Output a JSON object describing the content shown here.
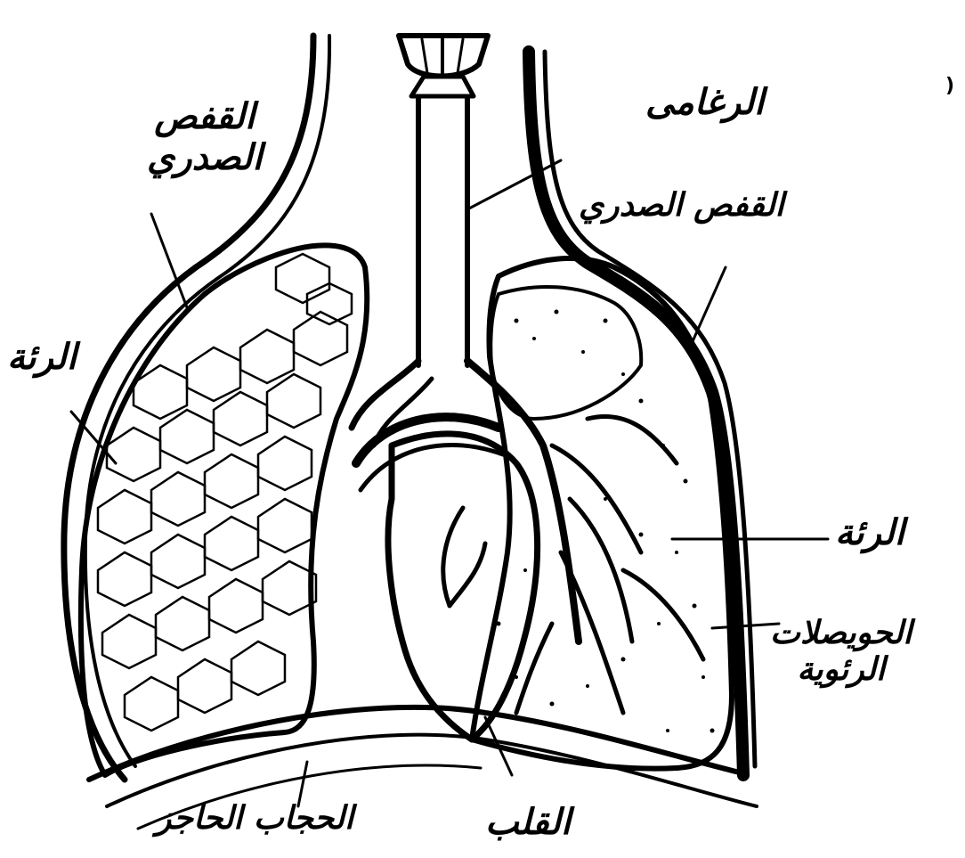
{
  "colors": {
    "ink": "#000000",
    "paper": "#ffffff"
  },
  "labels": {
    "thoracic_cage_left_line1": "القفص",
    "thoracic_cage_left_line2": "الصدري",
    "trachea": "الرغامى",
    "thoracic_cage_right": "القفص الصدري",
    "lung_left": "الرئة",
    "lung_right": "الرئة",
    "alveoli_line1": "الحويصلات",
    "alveoli_line2": "الرئوية",
    "diaphragm": "الحجاب الحاجز",
    "heart": "القلب"
  }
}
